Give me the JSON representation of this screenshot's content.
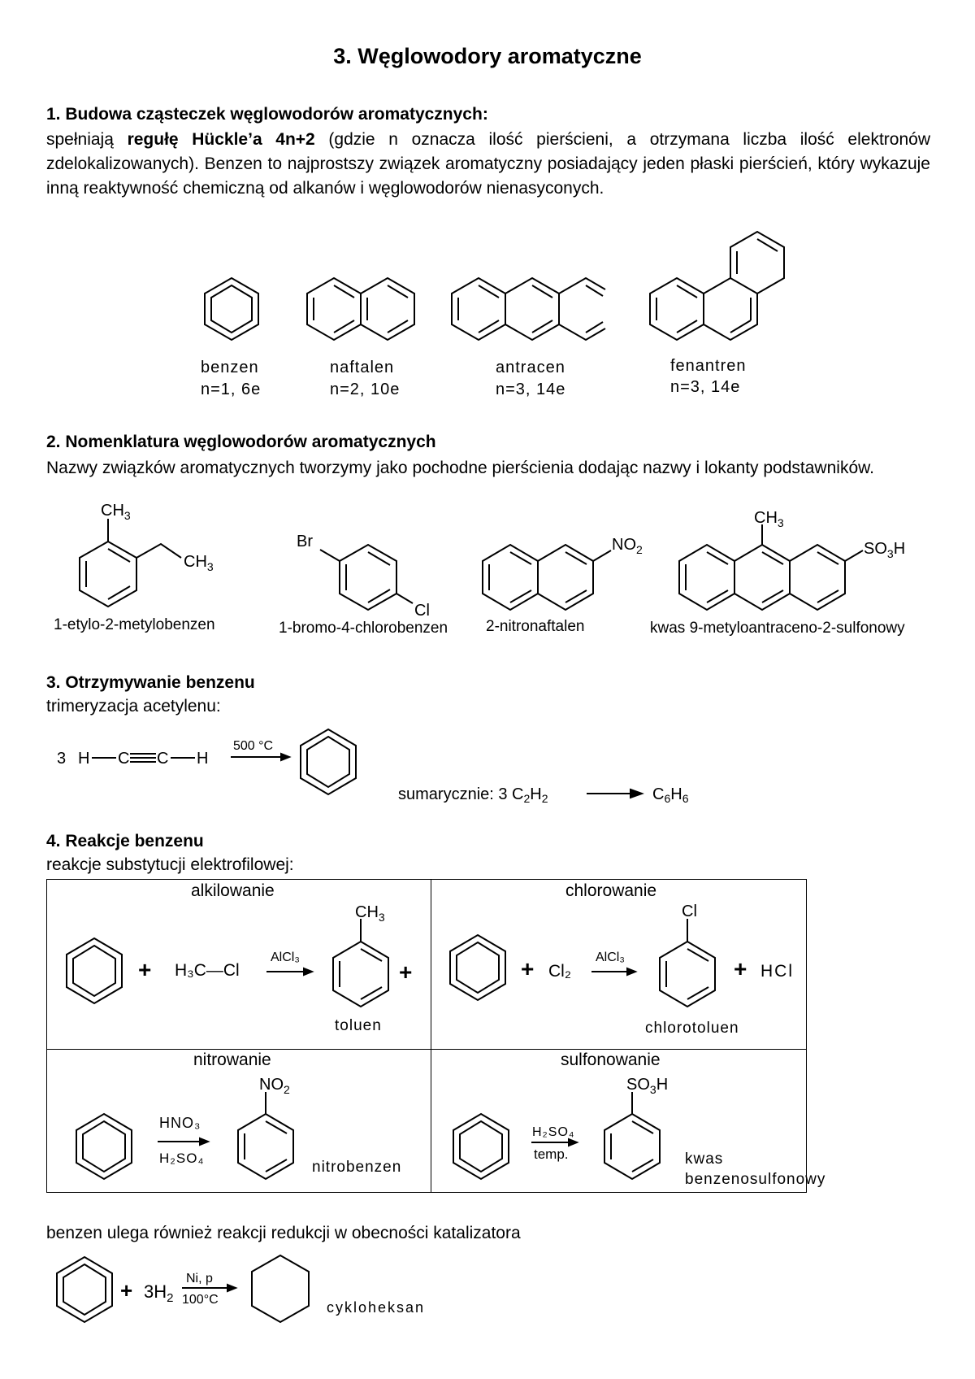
{
  "title": "3. Węglowodory aromatyczne",
  "section1": {
    "heading": "1. Budowa cząsteczek węglowodorów aromatycznych:",
    "text_pre": "spełniają ",
    "text_bold": "regułę Hückle’a 4n+2",
    "text_post": " (gdzie n oznacza ilość pierścieni, a otrzymana liczba ilość elektronów zdelokalizowanych). Benzen to najprostszy związek aromatyczny posiadający jeden płaski pierścień, który wykazuje inną reaktywność chemiczną od alkanów i węglowodorów nienasyconych.",
    "compounds": [
      {
        "name": "benzen",
        "formula": "n=1, 6e"
      },
      {
        "name": "naftalen",
        "formula": "n=2, 10e"
      },
      {
        "name": "antracen",
        "formula": "n=3, 14e"
      },
      {
        "name": "fenantren",
        "formula": "n=3, 14e"
      }
    ]
  },
  "section2": {
    "heading": "2. Nomenklatura węglowodorów aromatycznych",
    "text": "Nazwy związków aromatycznych tworzymy jako pochodne pierścienia dodając nazwy i lokanty podstawników.",
    "examples": [
      "1-etylo-2-metylobenzen",
      "1-bromo-4-chlorobenzen",
      "2-nitronaftalen",
      "kwas 9-metyloantraceno-2-sulfonowy"
    ],
    "substituents": {
      "ch3": "CH",
      "sub3": "3",
      "br": "Br",
      "cl": "Cl",
      "no": "NO",
      "sub2": "2",
      "so": "SO",
      "h": "H"
    }
  },
  "section3": {
    "heading": "3. Otrzymywanie benzenu",
    "subheading": "trimeryzacja acetylenu:",
    "coef": "3",
    "h_left": "H",
    "c1": "C",
    "c2": "C",
    "h_right": "H",
    "condition": "500 °C",
    "summary_label": "sumarycznie: 3 C",
    "summary_sub2": "2",
    "summary_h": "H",
    "summary_sub2b": "2",
    "product_c": "C",
    "product_sub6": "6",
    "product_h": "H",
    "product_sub6b": "6"
  },
  "section4": {
    "heading": "4. Reakcje benzenu",
    "subheading": "reakcje substytucji elektrofilowej:",
    "alkilowanie": {
      "title": "alkilowanie",
      "reagent": "H₃C—Cl",
      "catalyst": "AlCl₃",
      "product": "toluen",
      "plus": "+"
    },
    "chlorowanie": {
      "title": "chlorowanie",
      "reagent": "Cl₂",
      "catalyst": "AlCl₃",
      "product": "chlorotoluen",
      "byproduct": "HCl",
      "plus": "+"
    },
    "nitrowanie": {
      "title": "nitrowanie",
      "reagent_top": "HNO₃",
      "reagent_bottom": "H₂SO₄",
      "product": "nitrobenzen"
    },
    "sulfonowanie": {
      "title": "sulfonowanie",
      "reagent_top": "H₂SO₄",
      "reagent_bottom": "temp.",
      "product_line1": "kwas",
      "product_line2": "benzenosulfonowy"
    },
    "reduction_text": "benzen ulega również reakcji redukcji w obecności katalizatora",
    "reduction": {
      "plus": "+",
      "reagent": "3H",
      "reagent_sub": "2",
      "cond_top": "Ni, p",
      "cond_bottom": "100°C",
      "product": "cykloheksan"
    }
  }
}
